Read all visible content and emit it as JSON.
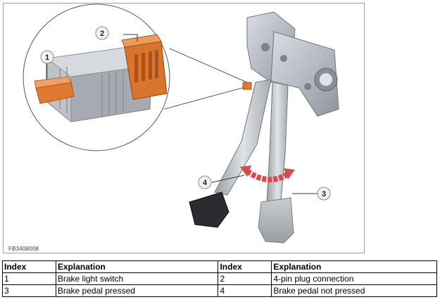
{
  "figure": {
    "code": "FB3408008",
    "callouts": [
      "1",
      "2",
      "3",
      "4"
    ]
  },
  "legend": {
    "headers": [
      "Index",
      "Explanation",
      "Index",
      "Explanation"
    ],
    "rows": [
      [
        "1",
        "Brake light switch",
        "2",
        "4-pin plug connection"
      ],
      [
        "3",
        "Brake pedal pressed",
        "4",
        "Brake pedal not pressed"
      ]
    ]
  },
  "colors": {
    "switch_orange": "#e07a33",
    "arrow_red": "#d84a4a",
    "border": "#8fa3bd"
  }
}
